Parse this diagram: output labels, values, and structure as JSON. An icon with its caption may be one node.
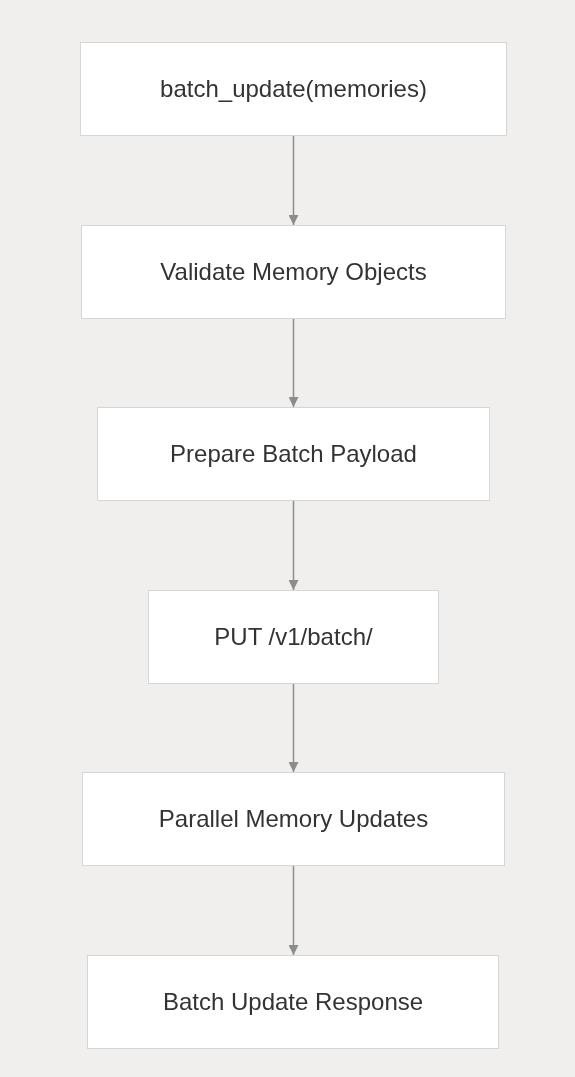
{
  "diagram": {
    "nodes": [
      {
        "text": [
          "batch_update(memories)"
        ]
      },
      {
        "text": [
          "Validate Memory Objects"
        ]
      },
      {
        "text": [
          "Prepare Batch Payload"
        ]
      },
      {
        "text": [
          "PUT /v1/batch/"
        ]
      },
      {
        "text": [
          "Parallel Memory Updates"
        ]
      },
      {
        "text": [
          "Batch Update Response"
        ]
      }
    ],
    "edges": [
      {
        "from": 0,
        "to": 1,
        "arrow": "to"
      },
      {
        "from": 1,
        "to": 2,
        "arrow": "to"
      },
      {
        "from": 2,
        "to": 3,
        "arrow": "to"
      },
      {
        "from": 3,
        "to": 4,
        "arrow": "to"
      },
      {
        "from": 4,
        "to": 5,
        "arrow": "to"
      }
    ]
  }
}
